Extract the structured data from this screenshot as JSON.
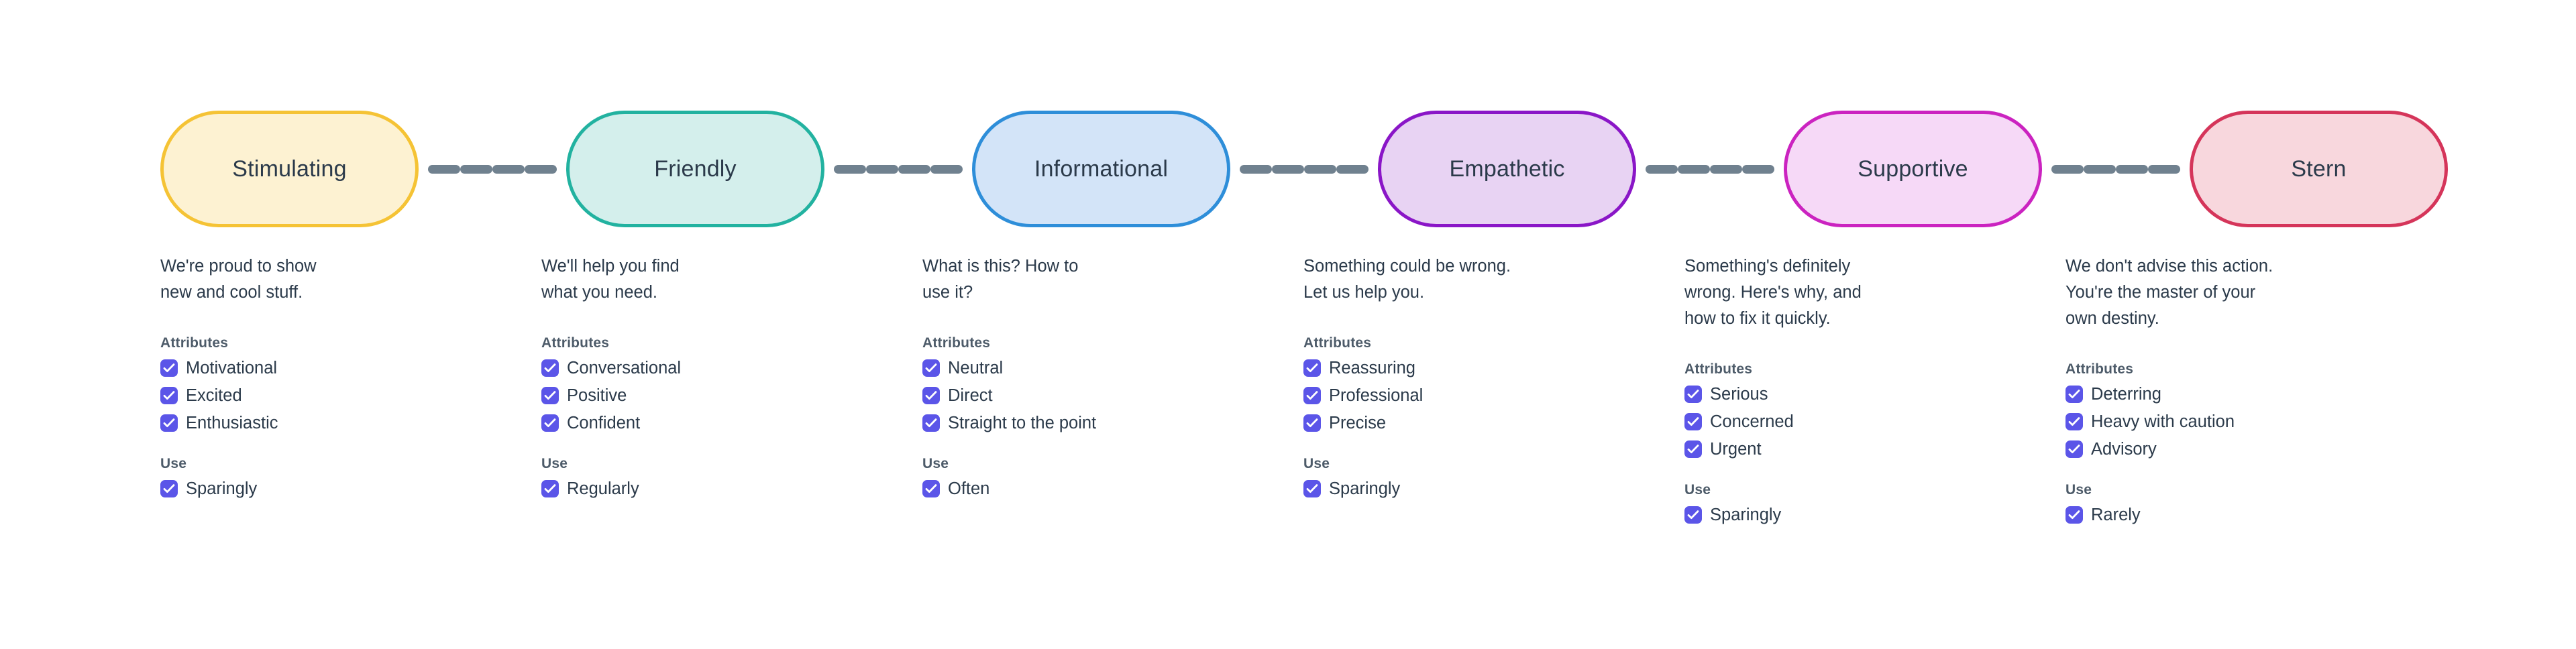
{
  "theme": {
    "background": "#ffffff",
    "text": "#2b3a4a",
    "heading_text": "#4d5b69",
    "connector_dash": "#70818f",
    "checkbox_fill": "#5b55e8",
    "checkbox_check": "#ffffff"
  },
  "connector": {
    "dash_count": 4,
    "icon": "dashed-line-icon"
  },
  "labels": {
    "attributes_heading": "Attributes",
    "use_heading": "Use"
  },
  "stages": [
    {
      "name": "Stimulating",
      "fill": "#fdf2d2",
      "border": "#f5c335",
      "description": "We're proud to show\nnew and cool stuff.",
      "attributes": [
        "Motivational",
        "Excited",
        "Enthusiastic"
      ],
      "use": [
        "Sparingly"
      ]
    },
    {
      "name": "Friendly",
      "fill": "#d4efec",
      "border": "#22b2a0",
      "description": "We'll help you find\nwhat you need.",
      "attributes": [
        "Conversational",
        "Positive",
        "Confident"
      ],
      "use": [
        "Regularly"
      ]
    },
    {
      "name": "Informational",
      "fill": "#d3e4f8",
      "border": "#2e8ed9",
      "description": "What is this? How to\nuse it?",
      "attributes": [
        "Neutral",
        "Direct",
        "Straight to the point"
      ],
      "use": [
        "Often"
      ]
    },
    {
      "name": "Empathetic",
      "fill": "#e8d3f3",
      "border": "#8a16c7",
      "description": "Something could be wrong.\nLet us help you.",
      "attributes": [
        "Reassuring",
        "Professional",
        "Precise"
      ],
      "use": [
        "Sparingly"
      ]
    },
    {
      "name": "Supportive",
      "fill": "#f6d9f7",
      "border": "#cb23c0",
      "description": "Something's definitely\nwrong. Here's why, and\nhow to fix it quickly.",
      "attributes": [
        "Serious",
        "Concerned",
        "Urgent"
      ],
      "use": [
        "Sparingly"
      ]
    },
    {
      "name": "Stern",
      "fill": "#f8d7dd",
      "border": "#d5355a",
      "description": "We don't advise this action.\nYou're the master of your\nown destiny.",
      "attributes": [
        "Deterring",
        "Heavy with caution",
        "Advisory"
      ],
      "use": [
        "Rarely"
      ]
    }
  ]
}
